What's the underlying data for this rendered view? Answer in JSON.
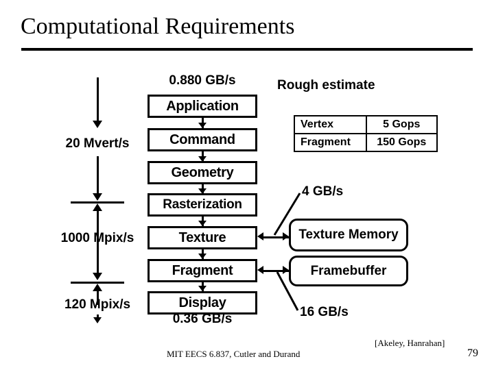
{
  "slide": {
    "title": "Computational Requirements",
    "page_number": "79"
  },
  "pipeline": {
    "top_bandwidth": "0.880 GB/s",
    "bottom_bandwidth": "0.36 GB/s",
    "stages": [
      {
        "label": "Application"
      },
      {
        "label": "Command"
      },
      {
        "label": "Geometry"
      },
      {
        "label": "Rasterization"
      },
      {
        "label": "Texture"
      },
      {
        "label": "Fragment"
      },
      {
        "label": "Display"
      }
    ]
  },
  "rate_axis": {
    "labels": [
      {
        "text": "20 Mvert/s"
      },
      {
        "text": "1000 Mpix/s"
      },
      {
        "text": "120 Mpix/s"
      }
    ]
  },
  "rough_estimate": {
    "heading": "Rough estimate",
    "rows": [
      {
        "name": "Vertex",
        "value": "5 Gops"
      },
      {
        "name": "Fragment",
        "value": "150 Gops"
      }
    ]
  },
  "memory": {
    "blocks": [
      {
        "label": "Texture Memory",
        "bandwidth": "4 GB/s"
      },
      {
        "label": "Framebuffer",
        "bandwidth": "16 GB/s"
      }
    ]
  },
  "footer": {
    "course": "MIT EECS 6.837, Cutler and Durand",
    "credit": "[Akeley, Hanrahan]"
  },
  "colors": {
    "ink": "#000000",
    "background": "#ffffff"
  }
}
